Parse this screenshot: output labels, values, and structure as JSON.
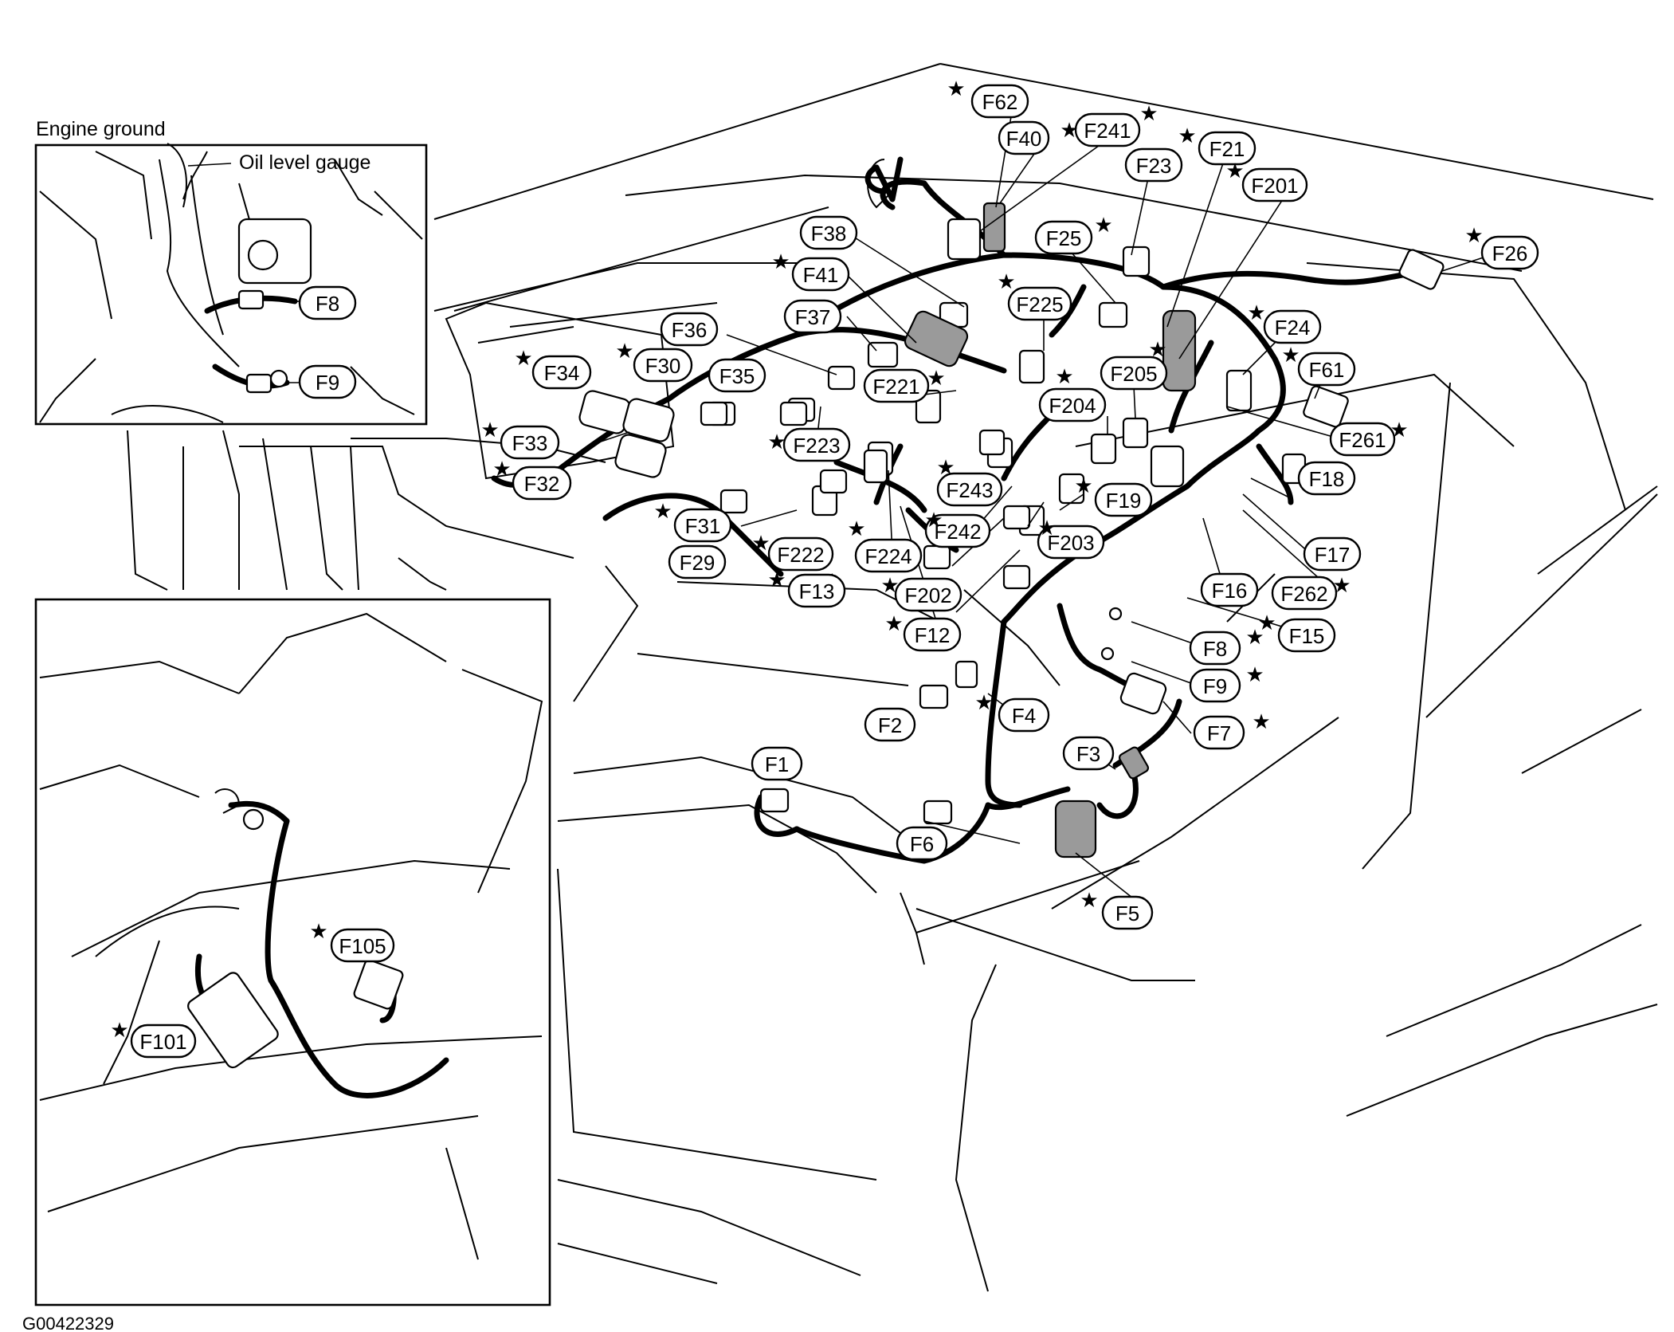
{
  "insets": {
    "engine_ground": {
      "title": "Engine ground",
      "oil_label": "Oil level gauge",
      "tags": [
        {
          "id": "F8",
          "star": false
        },
        {
          "id": "F9",
          "star": false
        }
      ]
    },
    "lower": {
      "tags": [
        {
          "id": "F105",
          "star": true
        },
        {
          "id": "F101",
          "star": true
        }
      ]
    }
  },
  "connectors": [
    {
      "id": "F62",
      "star": true
    },
    {
      "id": "F40",
      "star": false
    },
    {
      "id": "F241",
      "star": true
    },
    {
      "id": "F21",
      "star": true
    },
    {
      "id": "F23",
      "star": false
    },
    {
      "id": "F201",
      "star": true
    },
    {
      "id": "F38",
      "star": false
    },
    {
      "id": "F25",
      "star": true
    },
    {
      "id": "F26",
      "star": true
    },
    {
      "id": "F41",
      "star": true
    },
    {
      "id": "F225",
      "star": true
    },
    {
      "id": "F37",
      "star": false
    },
    {
      "id": "F24",
      "star": true
    },
    {
      "id": "F36",
      "star": false
    },
    {
      "id": "F61",
      "star": true
    },
    {
      "id": "F34",
      "star": true
    },
    {
      "id": "F30",
      "star": true
    },
    {
      "id": "F35",
      "star": false
    },
    {
      "id": "F221",
      "star": true
    },
    {
      "id": "F205",
      "star": true
    },
    {
      "id": "F204",
      "star": true
    },
    {
      "id": "F33",
      "star": true
    },
    {
      "id": "F223",
      "star": true
    },
    {
      "id": "F261",
      "star": true
    },
    {
      "id": "F32",
      "star": true
    },
    {
      "id": "F18",
      "star": false
    },
    {
      "id": "F243",
      "star": true
    },
    {
      "id": "F19",
      "star": true
    },
    {
      "id": "F31",
      "star": true
    },
    {
      "id": "F242",
      "star": true
    },
    {
      "id": "F203",
      "star": true
    },
    {
      "id": "F29",
      "star": false
    },
    {
      "id": "F222",
      "star": true
    },
    {
      "id": "F224",
      "star": true
    },
    {
      "id": "F17",
      "star": false
    },
    {
      "id": "F13",
      "star": true
    },
    {
      "id": "F202",
      "star": true
    },
    {
      "id": "F16",
      "star": false
    },
    {
      "id": "F262",
      "star": true
    },
    {
      "id": "F12",
      "star": true
    },
    {
      "id": "F15",
      "star": true
    },
    {
      "id": "F8",
      "star": true
    },
    {
      "id": "F9",
      "star": true
    },
    {
      "id": "F4",
      "star": true
    },
    {
      "id": "F2",
      "star": false
    },
    {
      "id": "F7",
      "star": true
    },
    {
      "id": "F3",
      "star": false
    },
    {
      "id": "F1",
      "star": false
    },
    {
      "id": "F6",
      "star": false
    },
    {
      "id": "F5",
      "star": true
    }
  ],
  "figure_code": "G00422329",
  "star_glyph": "★"
}
